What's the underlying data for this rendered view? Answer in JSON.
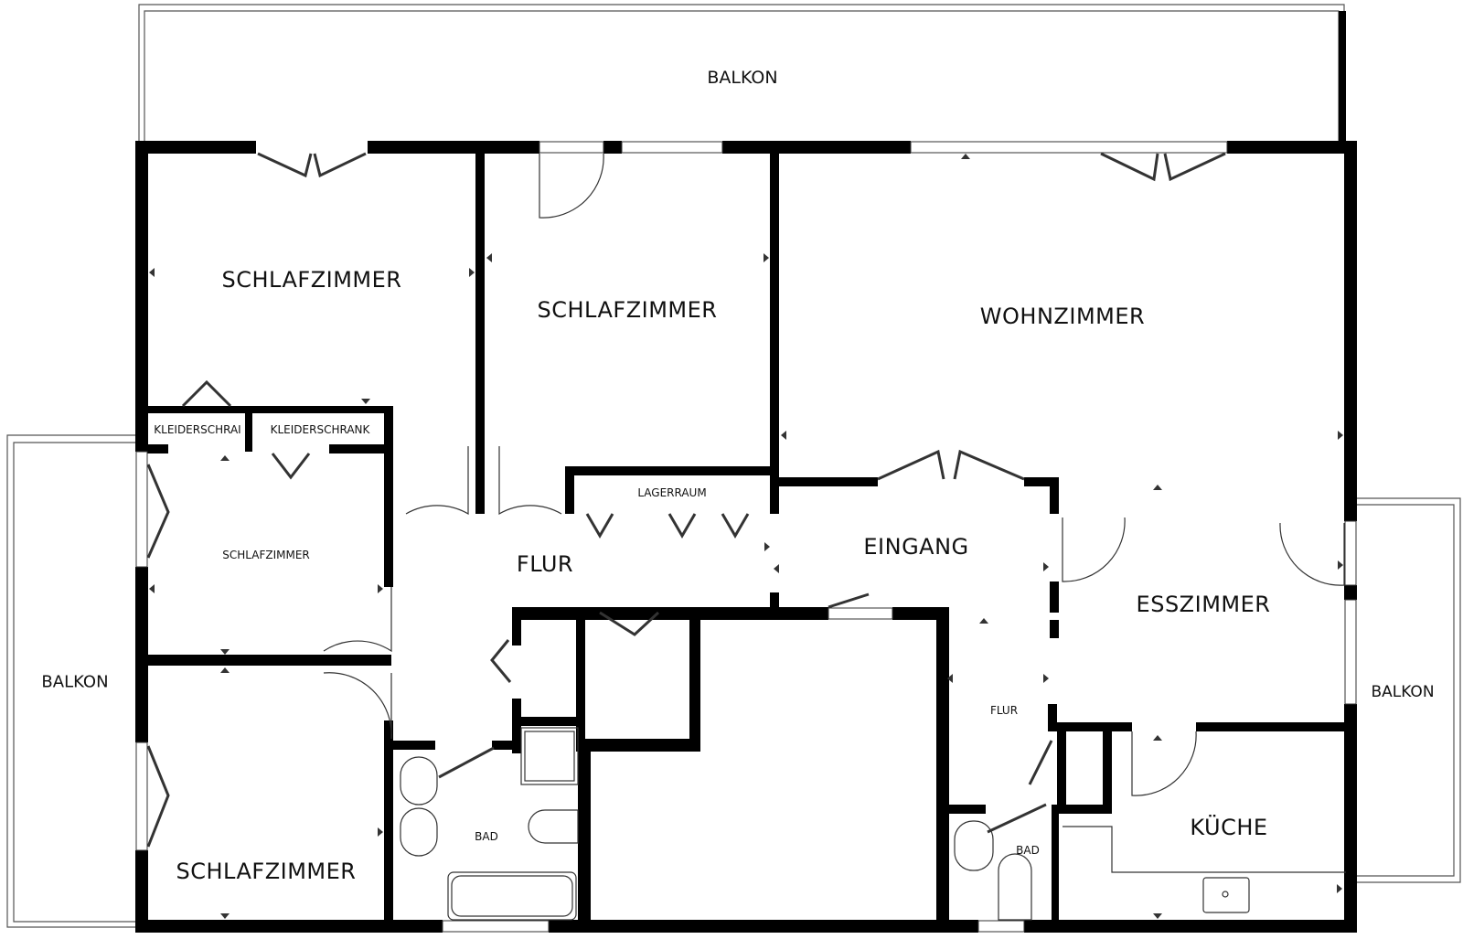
{
  "rooms": {
    "balkon_top": "BALKON",
    "balkon_left": "BALKON",
    "balkon_right": "BALKON",
    "schlafzimmer_1": "SCHLAFZIMMER",
    "schlafzimmer_2": "SCHLAFZIMMER",
    "schlafzimmer_3": "SCHLAFZIMMER",
    "schlafzimmer_4": "SCHLAFZIMMER",
    "wohnzimmer": "WOHNZIMMER",
    "kleiderschrank_1": "KLEIDERSCHRAI",
    "kleiderschrank_2": "KLEIDERSCHRANK",
    "lagerraum": "LAGERRAUM",
    "flur_main": "FLUR",
    "eingang": "EINGANG",
    "esszimmer": "ESSZIMMER",
    "flur_small": "FLUR",
    "bad_1": "BAD",
    "bad_2": "BAD",
    "kueche": "KÜCHE"
  },
  "colors": {
    "wall": "#000000",
    "thin_line": "#333333",
    "background": "#ffffff"
  }
}
